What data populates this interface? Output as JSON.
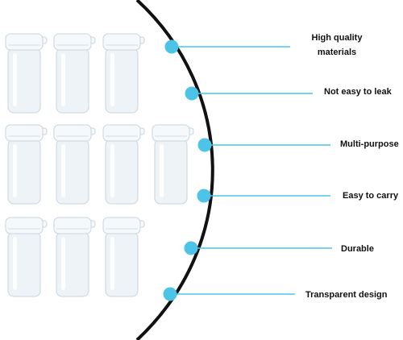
{
  "colors": {
    "accent": "#4ec3e8",
    "arc": "#111111",
    "tube_body": "#eef3f7",
    "tube_cap": "#f6f9fb",
    "tube_outline": "#c9d4dc"
  },
  "tubes": {
    "rows": [
      3,
      4,
      3
    ]
  },
  "features": [
    {
      "label": "High quality materials",
      "line1": "High quality",
      "line2": "materials"
    },
    {
      "label": "Not easy to leak"
    },
    {
      "label": "Multi-purpose"
    },
    {
      "label": "Easy to carry"
    },
    {
      "label": "Durable"
    },
    {
      "label": "Transparent design"
    }
  ]
}
